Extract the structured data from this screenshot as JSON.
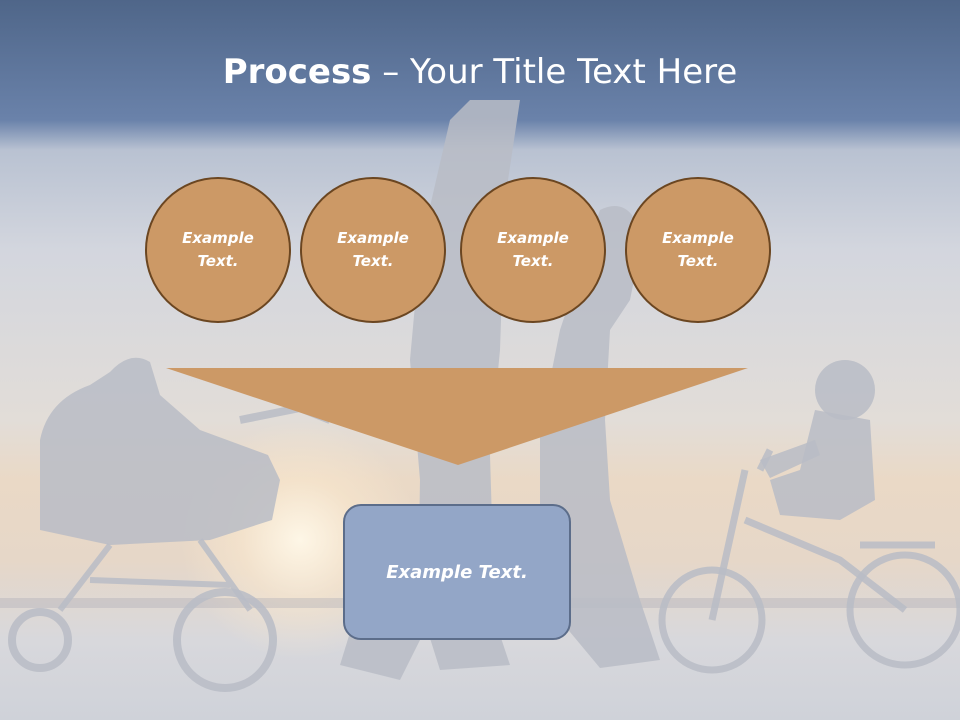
{
  "slide": {
    "title_bold": "Process",
    "title_rest": " – Your Title Text Here",
    "circles": [
      {
        "text": "Example Text."
      },
      {
        "text": "Example Text."
      },
      {
        "text": "Example Text."
      },
      {
        "text": "Example Text."
      }
    ],
    "result_text": "Example Text."
  },
  "colors": {
    "circle_fill": "#cc9966",
    "circle_border": "#6b4621",
    "funnel_fill": "#cc9966",
    "result_fill": "#93a6c7",
    "title_bar": "#5d7399"
  }
}
